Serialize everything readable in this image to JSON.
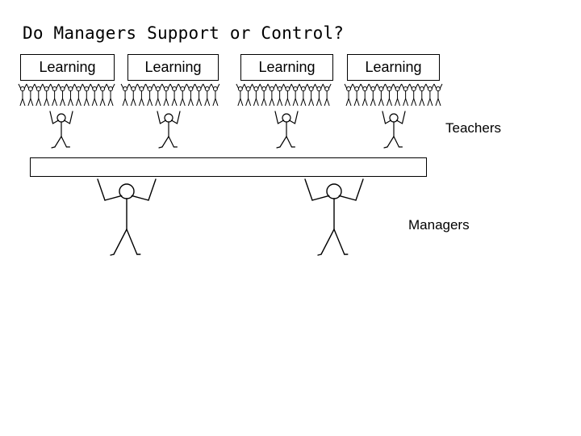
{
  "title": "Do Managers Support or Control?",
  "boxes": [
    "Learning",
    "Learning",
    "Learning",
    "Learning"
  ],
  "labels": {
    "teachers": "Teachers",
    "managers": "Managers"
  }
}
